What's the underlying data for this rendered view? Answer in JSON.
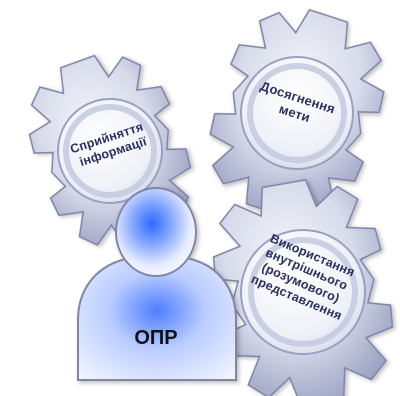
{
  "diagram": {
    "gears": [
      {
        "lines": [
          "Сприйняття",
          "інформації"
        ]
      },
      {
        "lines": [
          "Досягнення",
          "мети"
        ]
      },
      {
        "lines": [
          "Використання",
          "внутрішнього",
          "(розумового)",
          "представлення"
        ]
      }
    ],
    "person": {
      "label": "ОПР"
    }
  },
  "colors": {
    "gear_light": "#f1f3fa",
    "gear_mid": "#c7cbe0",
    "gear_dark": "#8a90b5",
    "text_dark": "#2a2f5e",
    "person_light": "#f2f5ff",
    "person_blue": "#2f6bff",
    "person_outline": "#7f86a8"
  }
}
